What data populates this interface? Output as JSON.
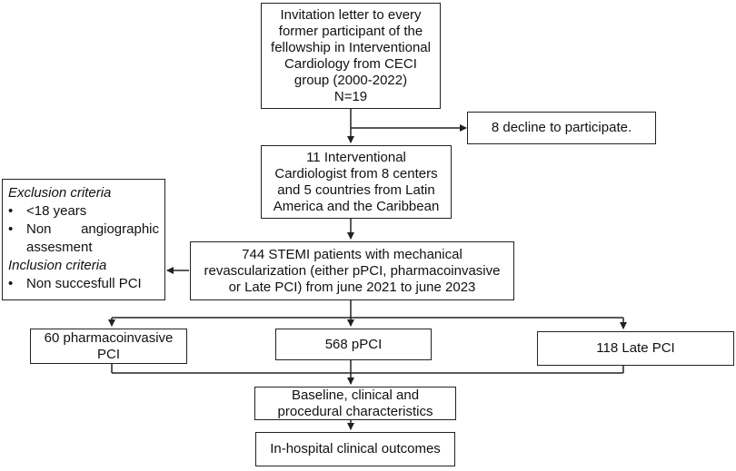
{
  "boxes": {
    "invitation": "Invitation letter to every\nformer participant of the\nfellowship in Interventional\nCardiology from CECI\ngroup (2000-2022)\nN=19",
    "decline": "8 decline to participate.",
    "cardiologists": "11 Interventional\nCardiologist from 8 centers\nand 5 countries from Latin\nAmerica and the Caribbean",
    "stemi": "744 STEMI patients with mechanical\nrevascularization (either pPCI, pharmacoinvasive\nor Late PCI) from june 2021 to june 2023",
    "pharmacoinvasive": "60 pharmacoinvasive\nPCI",
    "ppci": "568 pPCI",
    "late_pci": "118 Late PCI",
    "baseline": "Baseline, clinical and\nprocedural characteristics",
    "outcomes": "In-hospital clinical outcomes"
  },
  "criteria": {
    "exclusion_heading": "Exclusion criteria",
    "exclusion_items": [
      "<18 years",
      "Non angiographic",
      "assesment"
    ],
    "inclusion_heading": "Inclusion criteria",
    "inclusion_items": [
      "Non succesfull PCI"
    ],
    "bullet": "•"
  }
}
